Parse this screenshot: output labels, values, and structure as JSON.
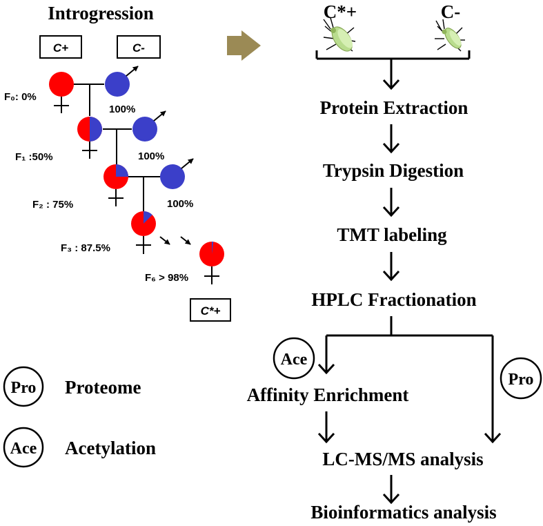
{
  "title": "Introgression",
  "strains": {
    "parent_left": "C+",
    "parent_right": "C-",
    "result": "C*+"
  },
  "generations": [
    {
      "label": "F₀: 0%",
      "male_pct": "100%"
    },
    {
      "label": "F₁ :50%",
      "male_pct": "100%"
    },
    {
      "label": "F₂ : 75%",
      "male_pct": "100%"
    },
    {
      "label": "F₃ : 87.5%"
    },
    {
      "label": "F₆ > 98%"
    }
  ],
  "female_fraction": [
    1.0,
    0.5,
    0.75,
    0.875,
    0.98
  ],
  "colors": {
    "female_red": "#ff0000",
    "donor_blue": "#3b3fc9",
    "arrow_olive": "#9b8a55"
  },
  "insects": {
    "left_label": "C*+",
    "right_label": "C-"
  },
  "workflow": [
    "Protein Extraction",
    "Trypsin Digestion",
    "TMT labeling",
    "HPLC Fractionation",
    "Affinity Enrichment",
    "LC-MS/MS analysis",
    "Bioinformatics analysis"
  ],
  "badges": {
    "ace": "Ace",
    "pro": "Pro"
  },
  "legend": [
    {
      "badge": "Pro",
      "text": "Proteome"
    },
    {
      "badge": "Ace",
      "text": "Acetylation"
    }
  ]
}
